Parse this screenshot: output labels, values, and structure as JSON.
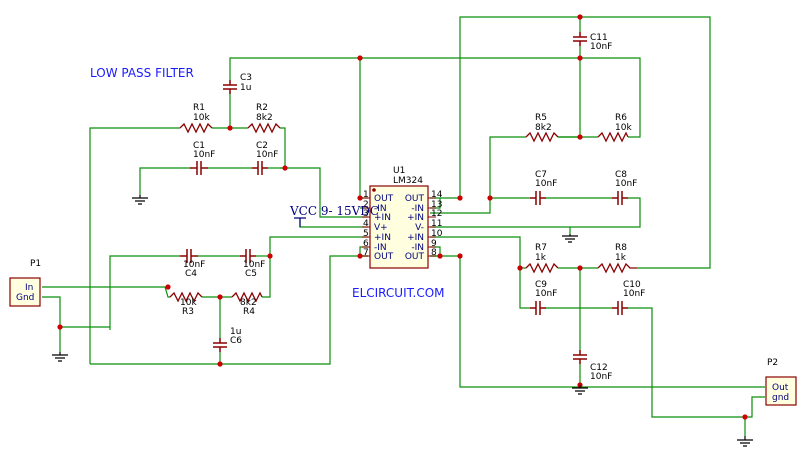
{
  "colors": {
    "wire": "#0a8f0a",
    "junction": "#cc0000",
    "component": "#8b0000",
    "text": "#000000",
    "pin_text": "#000080",
    "title": "#1a1aff",
    "pin_num": "#cc0000"
  },
  "texts": {
    "title": "LOW PASS FILTER",
    "site": "ELCIRCUIT.COM",
    "vcc": "VCC 9- 15VDC",
    "r1_ref": "R1",
    "r1_val": "10k",
    "r2_ref": "R2",
    "r2_val": "8k2",
    "r3_ref": "R3",
    "r3_val": "10k",
    "r4_ref": "R4",
    "r4_val": "8k2",
    "r5_ref": "R5",
    "r5_val": "8k2",
    "r6_ref": "R6",
    "r6_val": "10k",
    "r7_ref": "R7",
    "r7_val": "1k",
    "r8_ref": "R8",
    "r8_val": "1k",
    "c1_ref": "C1",
    "c1_val": "10nF",
    "c2_ref": "C2",
    "c2_val": "10nF",
    "c3_ref": "C3",
    "c3_val": "1u",
    "c4_ref": "C4",
    "c4_val": "10nF",
    "c5_ref": "C5",
    "c5_val": "10nF",
    "c6_ref": "C6",
    "c6_val": "1u",
    "c7_ref": "C7",
    "c7_val": "10nF",
    "c8_ref": "C8",
    "c8_val": "10nF",
    "c9_ref": "C9",
    "c9_val": "10nF",
    "c10_ref": "C10",
    "c10_val": "10nF",
    "c11_ref": "C11",
    "c11_val": "10nF",
    "c12_ref": "C12",
    "c12_val": "10nF",
    "u1_ref": "U1",
    "u1_val": "LM324",
    "p1_ref": "P1",
    "p1_in": "In",
    "p1_gnd": "Gnd",
    "p2_ref": "P2",
    "p2_out": "Out",
    "p2_gnd": "gnd"
  },
  "ic_pins_left": [
    "OUT",
    "-IN",
    "+IN",
    "V+",
    "+IN",
    "-IN",
    "OUT"
  ],
  "ic_pins_right": [
    "OUT",
    "-IN",
    "+IN",
    "V-",
    "+IN",
    "-IN",
    "OUT"
  ],
  "ic_nums_left": [
    "1",
    "2",
    "3",
    "4",
    "5",
    "6",
    "7"
  ],
  "ic_nums_right": [
    "14",
    "13",
    "12",
    "11",
    "10",
    "9",
    "8"
  ]
}
